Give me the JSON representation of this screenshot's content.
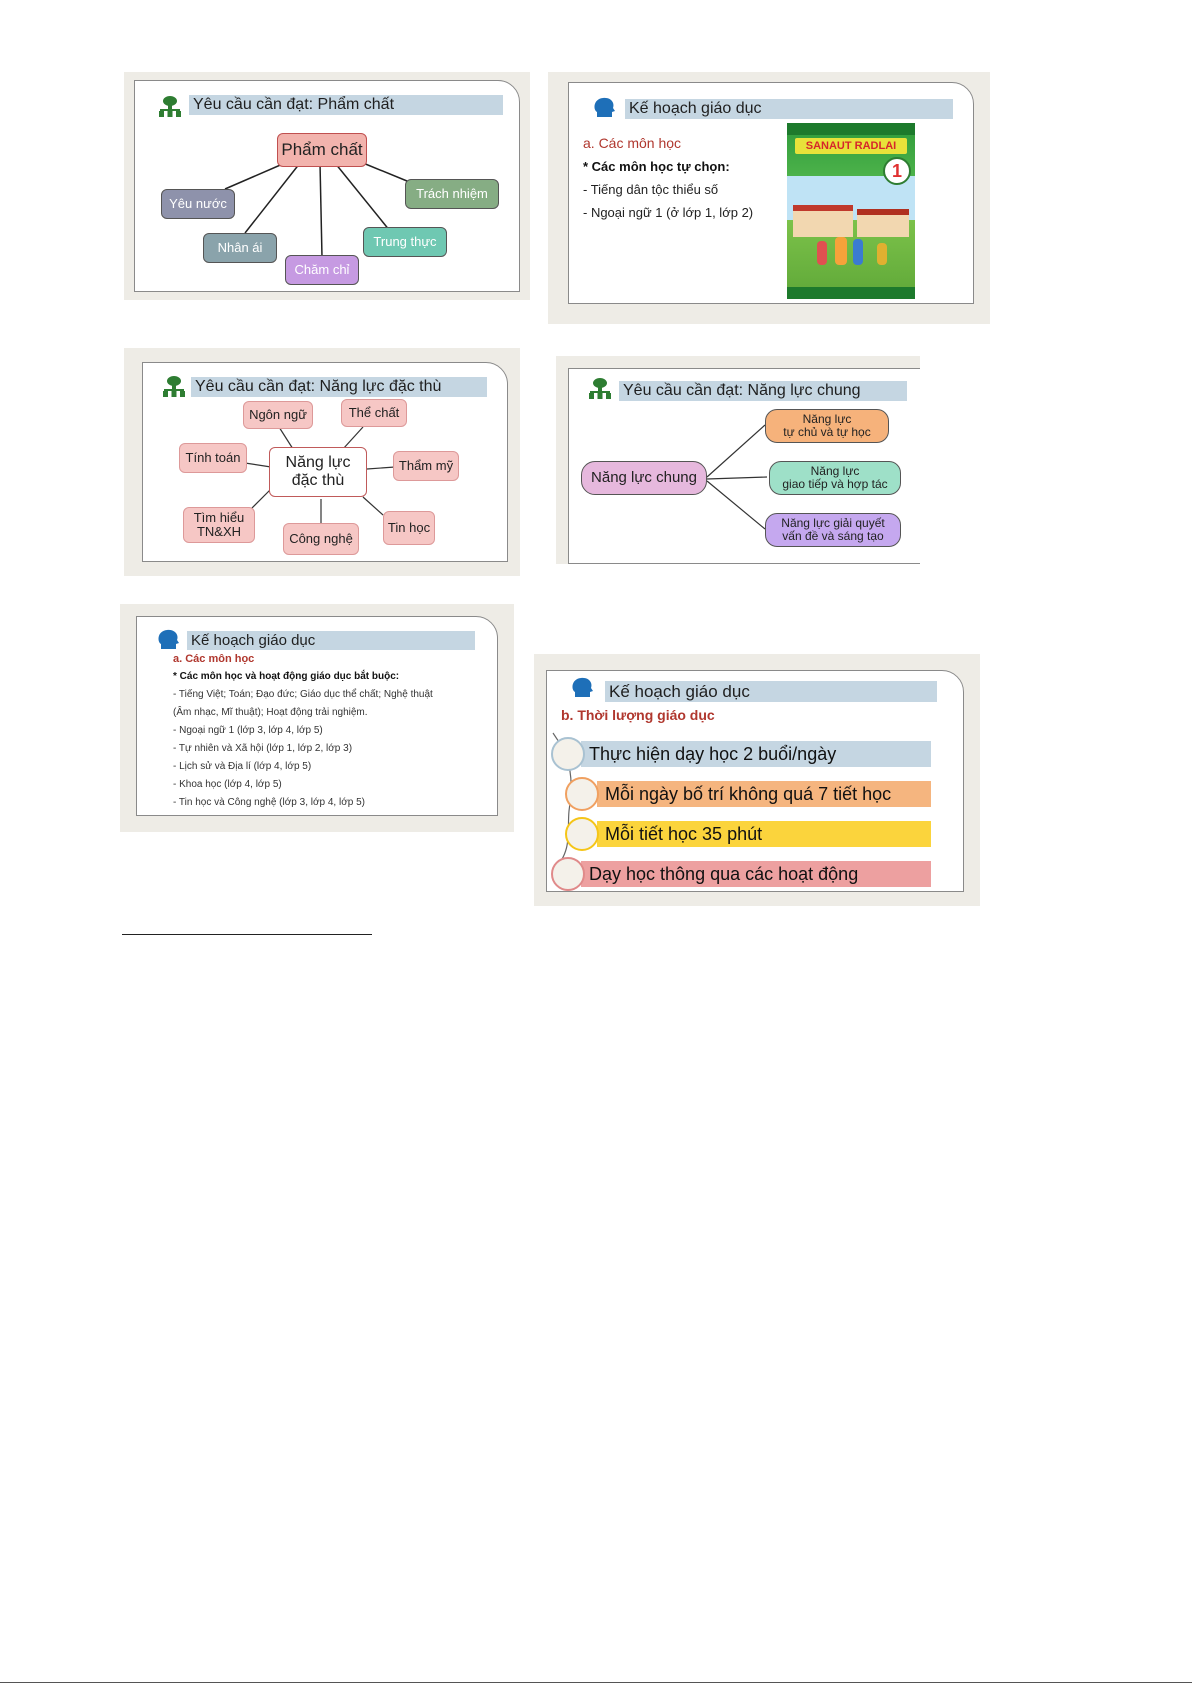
{
  "slide1": {
    "title": "Yêu cầu cần đạt: Phẩm chất",
    "center": "Phẩm chất",
    "nodes": [
      "Yêu nước",
      "Nhân ái",
      "Chăm chỉ",
      "Trung thực",
      "Trách nhiệm"
    ],
    "colors": {
      "center": "#f2b3ad",
      "yeu_nuoc": "#8e92ab",
      "nhan_ai": "#8aa3ab",
      "cham_chi": "#c69ae2",
      "trung_thuc": "#6fc8b2",
      "trach_nhiem": "#86ad84"
    }
  },
  "slide2": {
    "title": "Kế hoạch giáo dục",
    "heading": "a. Các môn học",
    "subheading": "* Các môn học tự chọn:",
    "items": [
      "- Tiếng dân tộc thiểu số",
      "- Ngoại ngữ 1 (ở lớp 1, lớp 2)"
    ],
    "book_title": "SANAUT RADLAI",
    "book_number": "1"
  },
  "slide3": {
    "title": "Yêu cầu cần đạt: Năng lực đặc thù",
    "center": "Năng lực\nđặc thù",
    "nodes": [
      "Ngôn ngữ",
      "Thể chất",
      "Tính toán",
      "Thẩm mỹ",
      "Tìm hiểu\nTN&XH",
      "Công nghệ",
      "Tin học"
    ],
    "node_color": "#f6c7c5"
  },
  "slide4": {
    "title": "Yêu cầu cần đạt: Năng lực chung",
    "center": "Năng lực chung",
    "nodes": [
      "Năng lực\ntự chủ và tự học",
      "Năng lực\ngiao tiếp và hợp tác",
      "Năng lực giải quyết\nvấn đề và sáng tạo"
    ],
    "colors": {
      "center": "#e6b8dd",
      "n1": "#f6b27b",
      "n2": "#9ee0c8",
      "n3": "#c5a8ef"
    }
  },
  "slide5": {
    "title": "Kế hoạch giáo dục",
    "heading": "a. Các môn học",
    "subheading": "* Các môn học và hoạt động giáo dục bắt buộc:",
    "items": [
      "- Tiếng Việt; Toán; Đạo đức; Giáo dục thể chất; Nghệ thuật",
      "(Âm nhạc, Mĩ thuật); Hoạt động trải nghiệm.",
      "- Ngoại ngữ 1 (lớp 3, lớp 4, lớp 5)",
      "- Tự nhiên và Xã hội (lớp 1, lớp 2, lớp 3)",
      "- Lịch sử và Địa lí (lớp 4, lớp 5)",
      "- Khoa học (lớp 4, lớp 5)",
      "- Tin học và Công nghệ (lớp 3, lớp 4, lớp 5)"
    ]
  },
  "slide6": {
    "title": "Kế hoạch giáo dục",
    "heading": "b. Thời lượng giáo dục",
    "bands": [
      {
        "text": "Thực hiện dạy học 2 buổi/ngày",
        "color": "#c5d6e2",
        "ring": "#a9c2d2"
      },
      {
        "text": "Mỗi ngày bố trí không quá 7 tiết học",
        "color": "#f5b57f",
        "ring": "#f0a060"
      },
      {
        "text": "Mỗi tiết học 35 phút",
        "color": "#fbd43c",
        "ring": "#f5c518"
      },
      {
        "text": "Dạy học thông qua các hoạt động",
        "color": "#eda0a0",
        "ring": "#e08a8a"
      }
    ]
  }
}
